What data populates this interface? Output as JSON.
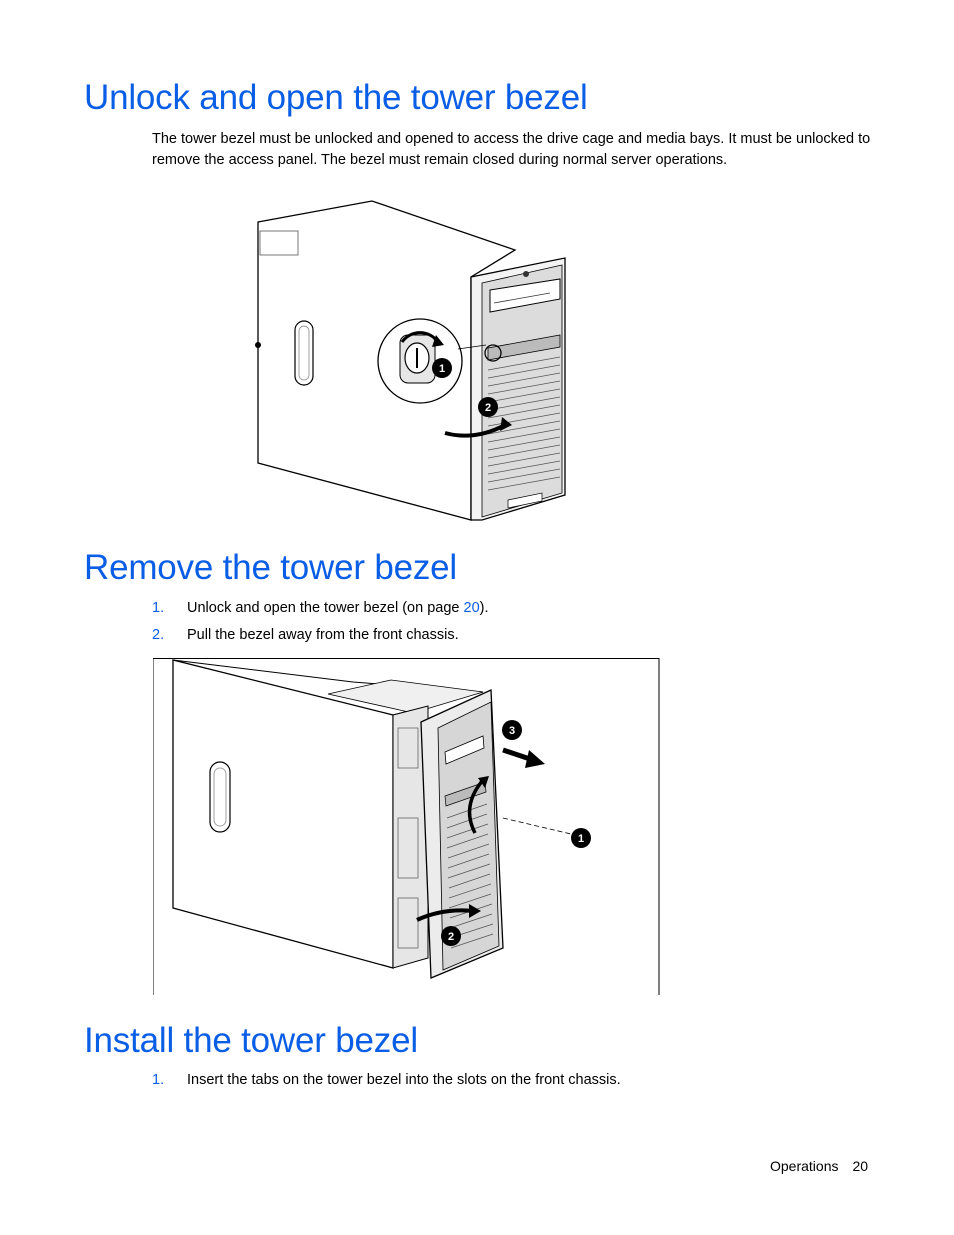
{
  "sections": [
    {
      "heading": "Unlock and open the tower bezel",
      "body": "The tower bezel must be unlocked and opened to access the drive cage and media bays. It must be unlocked to remove the access panel. The bezel must remain closed during normal server operations.",
      "figure_callouts": [
        "1",
        "2"
      ]
    },
    {
      "heading": "Remove the tower bezel",
      "steps": [
        {
          "num": "1.",
          "text_before": "Unlock and open the tower bezel (on page ",
          "link": "20",
          "text_after": ")."
        },
        {
          "num": "2.",
          "text": "Pull the bezel away from the front chassis."
        }
      ],
      "figure_callouts": [
        "3",
        "1",
        "2"
      ]
    },
    {
      "heading": "Install the tower bezel",
      "steps": [
        {
          "num": "1.",
          "text": "Insert the tabs on the tower bezel into the slots on the front chassis."
        }
      ]
    }
  ],
  "footer": {
    "section": "Operations",
    "page": "20"
  },
  "colors": {
    "heading": "#0a5ee6",
    "link": "#0a5ee6"
  }
}
